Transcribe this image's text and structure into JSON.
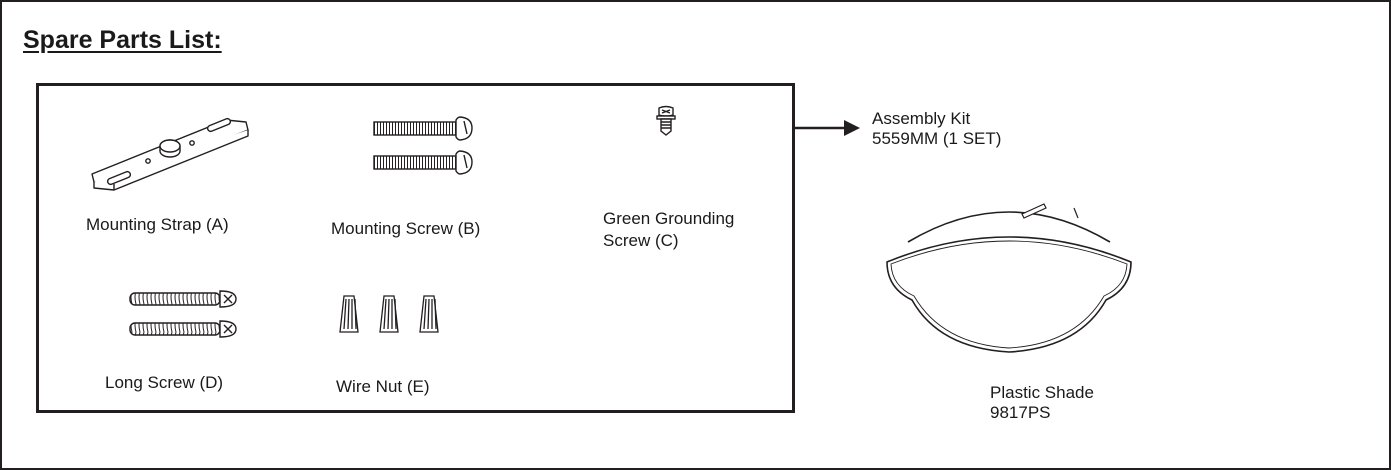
{
  "title": "Spare Parts List:",
  "parts": [
    {
      "label": "Mounting Strap (A)"
    },
    {
      "label": "Mounting Screw (B)"
    },
    {
      "label_line1": "Green Grounding",
      "label_line2": "Screw (C)"
    },
    {
      "label": "Long Screw (D)"
    },
    {
      "label": "Wire Nut (E)"
    }
  ],
  "kit": {
    "line1": "Assembly Kit",
    "line2": "5559MM (1 SET)"
  },
  "shade": {
    "line1": "Plastic Shade",
    "line2": "9817PS"
  },
  "icons": [
    "mounting-strap-icon",
    "mounting-screw-icon",
    "grounding-screw-icon",
    "long-screw-icon",
    "wire-nut-icon",
    "plastic-shade-icon",
    "arrow-icon"
  ]
}
